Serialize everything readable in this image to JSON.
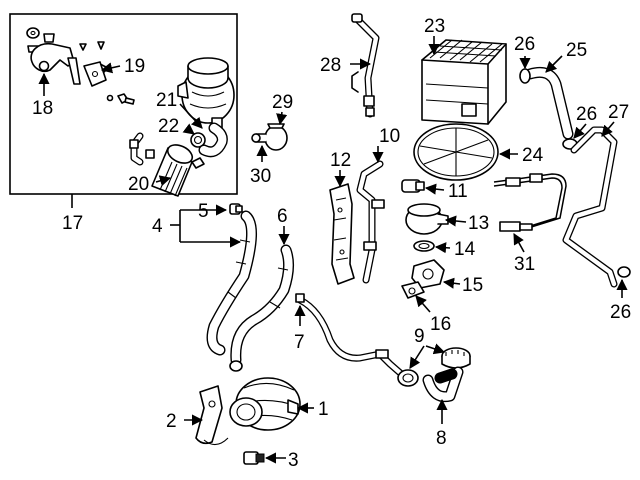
{
  "callouts": {
    "c1": "1",
    "c2": "2",
    "c3": "3",
    "c4": "4",
    "c5": "5",
    "c6": "6",
    "c7": "7",
    "c8": "8",
    "c9": "9",
    "c10": "10",
    "c11": "11",
    "c12": "12",
    "c13": "13",
    "c14": "14",
    "c15": "15",
    "c16": "16",
    "c17": "17",
    "c18": "18",
    "c19": "19",
    "c20": "20",
    "c21": "21",
    "c22": "22",
    "c23": "23",
    "c24": "24",
    "c25": "25",
    "c26a": "26",
    "c26b": "26",
    "c26c": "26",
    "c27": "27",
    "c28": "28",
    "c29": "29",
    "c30": "30",
    "c31": "31"
  }
}
